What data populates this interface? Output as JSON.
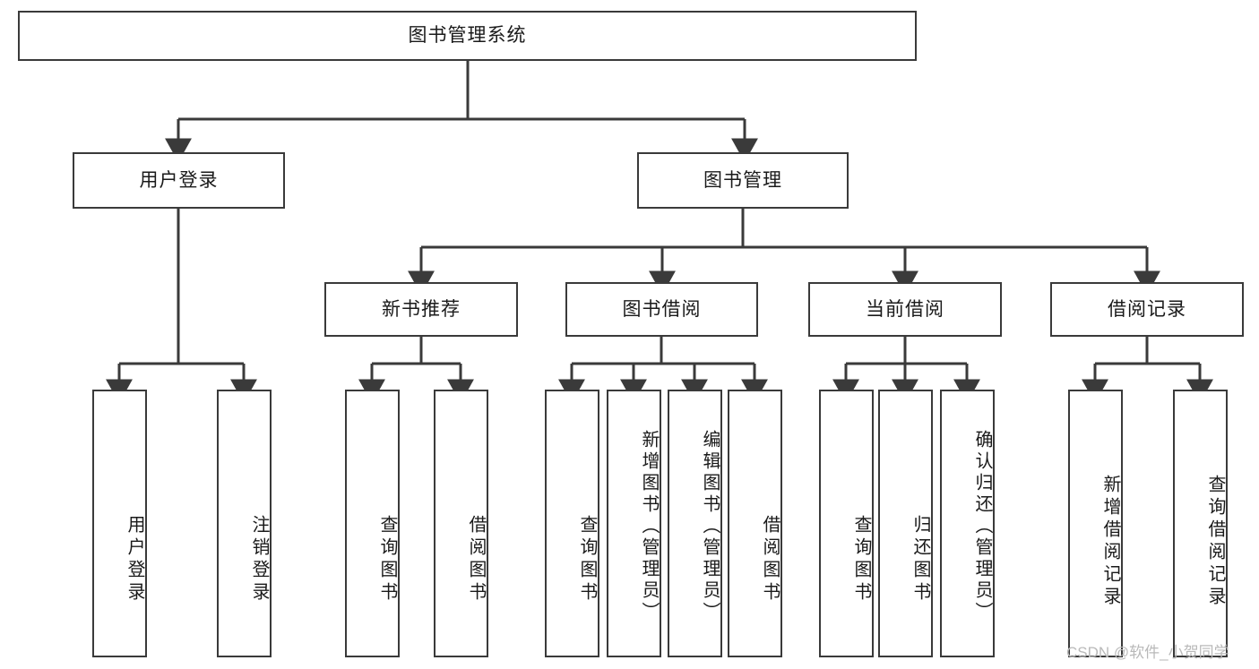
{
  "diagram": {
    "type": "tree-hierarchy-chart",
    "title_box": {
      "label": "图书管理系统"
    },
    "colors": {
      "box_border": "#3a3a3a",
      "box_fill": "#ffffff",
      "connector": "#3a3a3a",
      "text": "#1a1a1a",
      "watermark": "#b9b9b9",
      "background": "#ffffff"
    },
    "level2": [
      {
        "label": "用户登录"
      },
      {
        "label": "图书管理"
      }
    ],
    "level3": [
      {
        "label": "新书推荐"
      },
      {
        "label": "图书借阅"
      },
      {
        "label": "当前借阅"
      },
      {
        "label": "借阅记录"
      }
    ],
    "leaves": {
      "user_login": [
        {
          "label": "用户登录"
        },
        {
          "label": "注销登录"
        }
      ],
      "new_book_recommend": [
        {
          "label": "查询图书"
        },
        {
          "label": "借阅图书"
        }
      ],
      "book_borrow": [
        {
          "label": "查询图书"
        },
        {
          "label": "新增图书（管理员）"
        },
        {
          "label": "编辑图书（管理员）"
        },
        {
          "label": "借阅图书"
        }
      ],
      "current_borrow": [
        {
          "label": "查询图书"
        },
        {
          "label": "归还图书"
        },
        {
          "label": "确认归还（管理员）"
        }
      ],
      "borrow_record": [
        {
          "label": "新增借阅记录"
        },
        {
          "label": "查询借阅记录"
        }
      ]
    }
  },
  "watermark": {
    "text": "CSDN @软件_小贺同学"
  }
}
